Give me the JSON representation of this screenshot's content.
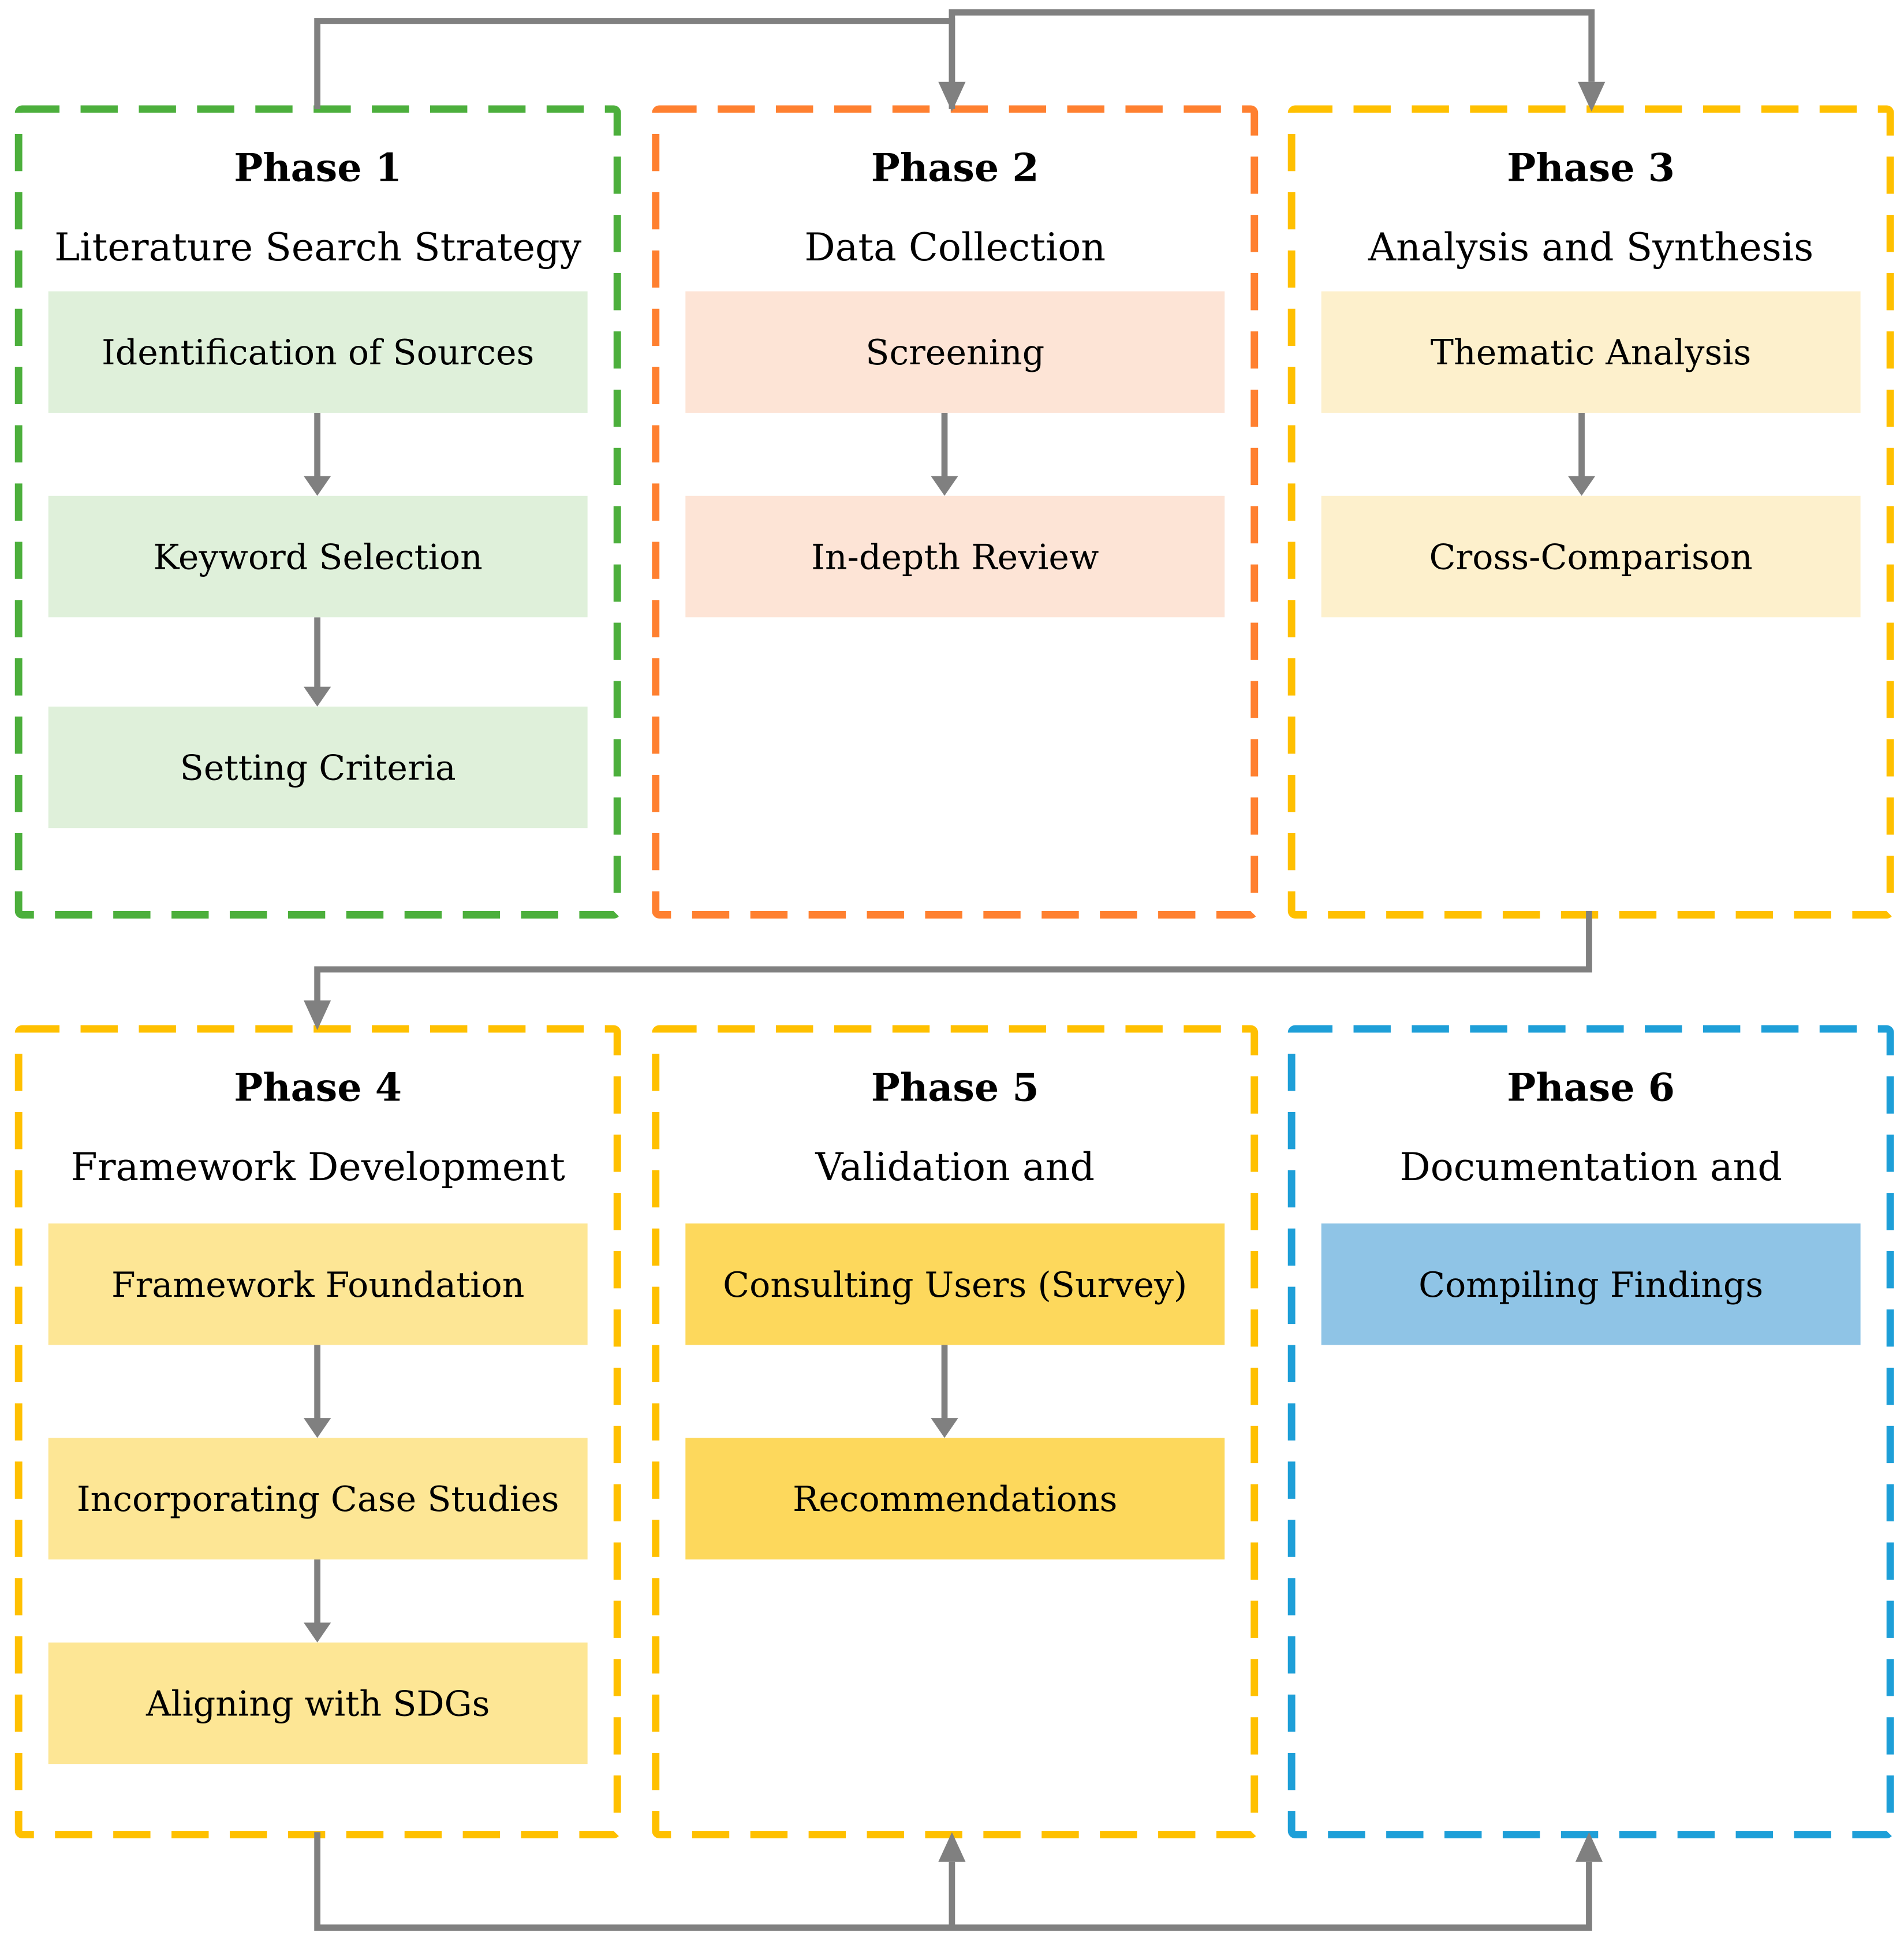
{
  "colors": {
    "arrow": "#808080",
    "green_border": "#4caf3c",
    "orange_border": "#ff8030",
    "yellow_border": "#ffc000",
    "blue_border": "#1e9fd8",
    "green_fill": "#dff0da",
    "orange_fill": "#fde4d6",
    "yellow_fill_light": "#fdf0cc",
    "yellow_fill_mid": "#fde695",
    "yellow_fill_dark": "#fdd85c",
    "blue_fill": "#8fc4e6"
  },
  "phases": [
    {
      "label": "Phase 1",
      "title": "Literature Search Strategy",
      "border_color": "#4caf3c",
      "step_fill": "#dff0da",
      "steps": [
        "Identification of Sources",
        "Keyword Selection",
        "Setting Criteria"
      ]
    },
    {
      "label": "Phase 2",
      "title": "Data Collection",
      "border_color": "#ff8030",
      "step_fill": "#fde4d6",
      "steps": [
        "Screening",
        "In-depth Review"
      ]
    },
    {
      "label": "Phase 3",
      "title": "Analysis and Synthesis",
      "border_color": "#ffc000",
      "step_fill": "#fdf0cc",
      "steps": [
        "Thematic Analysis",
        "Cross-Comparison"
      ]
    },
    {
      "label": "Phase 4",
      "title": "Framework Development",
      "border_color": "#ffc000",
      "step_fill": "#fde695",
      "steps": [
        "Framework Foundation",
        "Incorporating Case Studies",
        "Aligning with SDGs"
      ]
    },
    {
      "label": "Phase 5",
      "title": "Validation and",
      "border_color": "#ffc000",
      "step_fill": "#fdd85c",
      "steps": [
        "Consulting Users (Survey)",
        "Recommendations"
      ]
    },
    {
      "label": "Phase 6",
      "title": "Documentation and",
      "border_color": "#1e9fd8",
      "step_fill": "#8fc4e6",
      "steps": [
        "Compiling Findings"
      ]
    }
  ]
}
